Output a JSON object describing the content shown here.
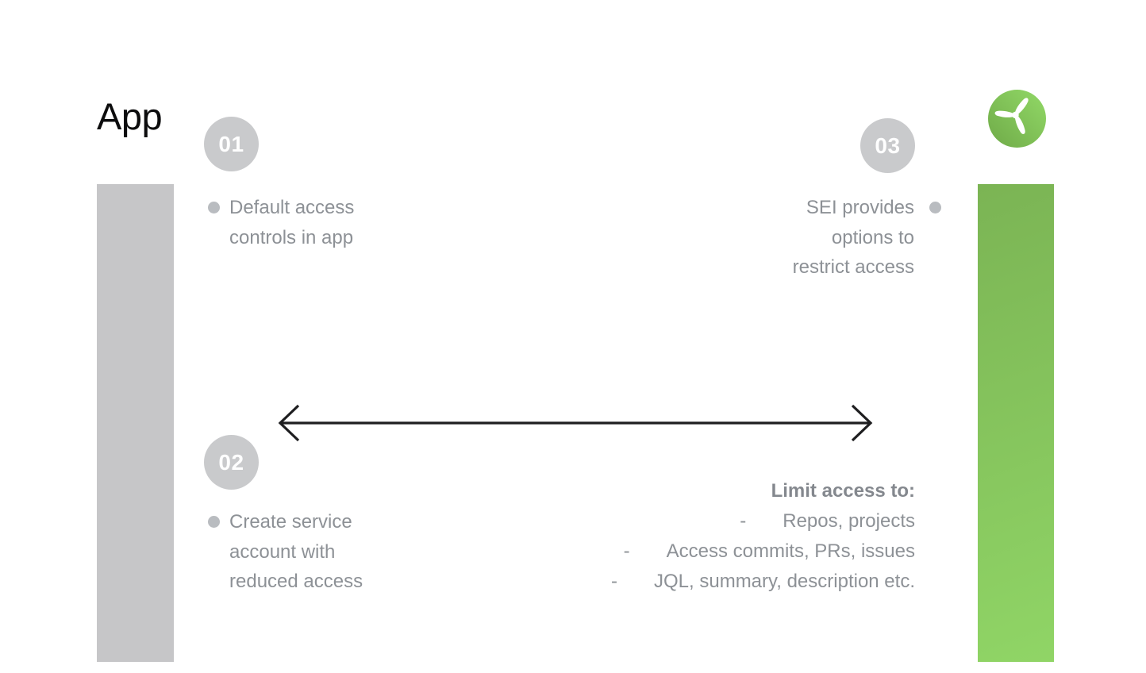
{
  "title": "App",
  "logo": {
    "icon": "propeller-icon",
    "gradient_top": "#92d967",
    "gradient_bottom": "#6faa48"
  },
  "bars": {
    "left_color": "#c6c6c8",
    "right_gradient_top": "#7bb454",
    "right_gradient_bottom": "#90d566"
  },
  "steps": [
    {
      "number": "01",
      "lines": [
        "Default access",
        "controls in app"
      ]
    },
    {
      "number": "02",
      "lines": [
        "Create service",
        "account with",
        "reduced access"
      ]
    },
    {
      "number": "03",
      "lines": [
        "SEI provides",
        "options to",
        "restrict access"
      ]
    }
  ],
  "limit": {
    "title": "Limit access to:",
    "dash": "-",
    "items": [
      "Repos, projects",
      "Access commits, PRs, issues",
      "JQL, summary, description etc."
    ]
  },
  "colors": {
    "text_gray": "#8d9196",
    "bold_gray": "#84888e",
    "bullet_gray": "#b9bcc0",
    "circle_gray": "#c9cacc",
    "bar_gray": "#c6c6c8",
    "green_top": "#7bb454",
    "green_bottom": "#90d566",
    "arrow": "#1e1e20",
    "title_black": "#0c0c0d"
  }
}
